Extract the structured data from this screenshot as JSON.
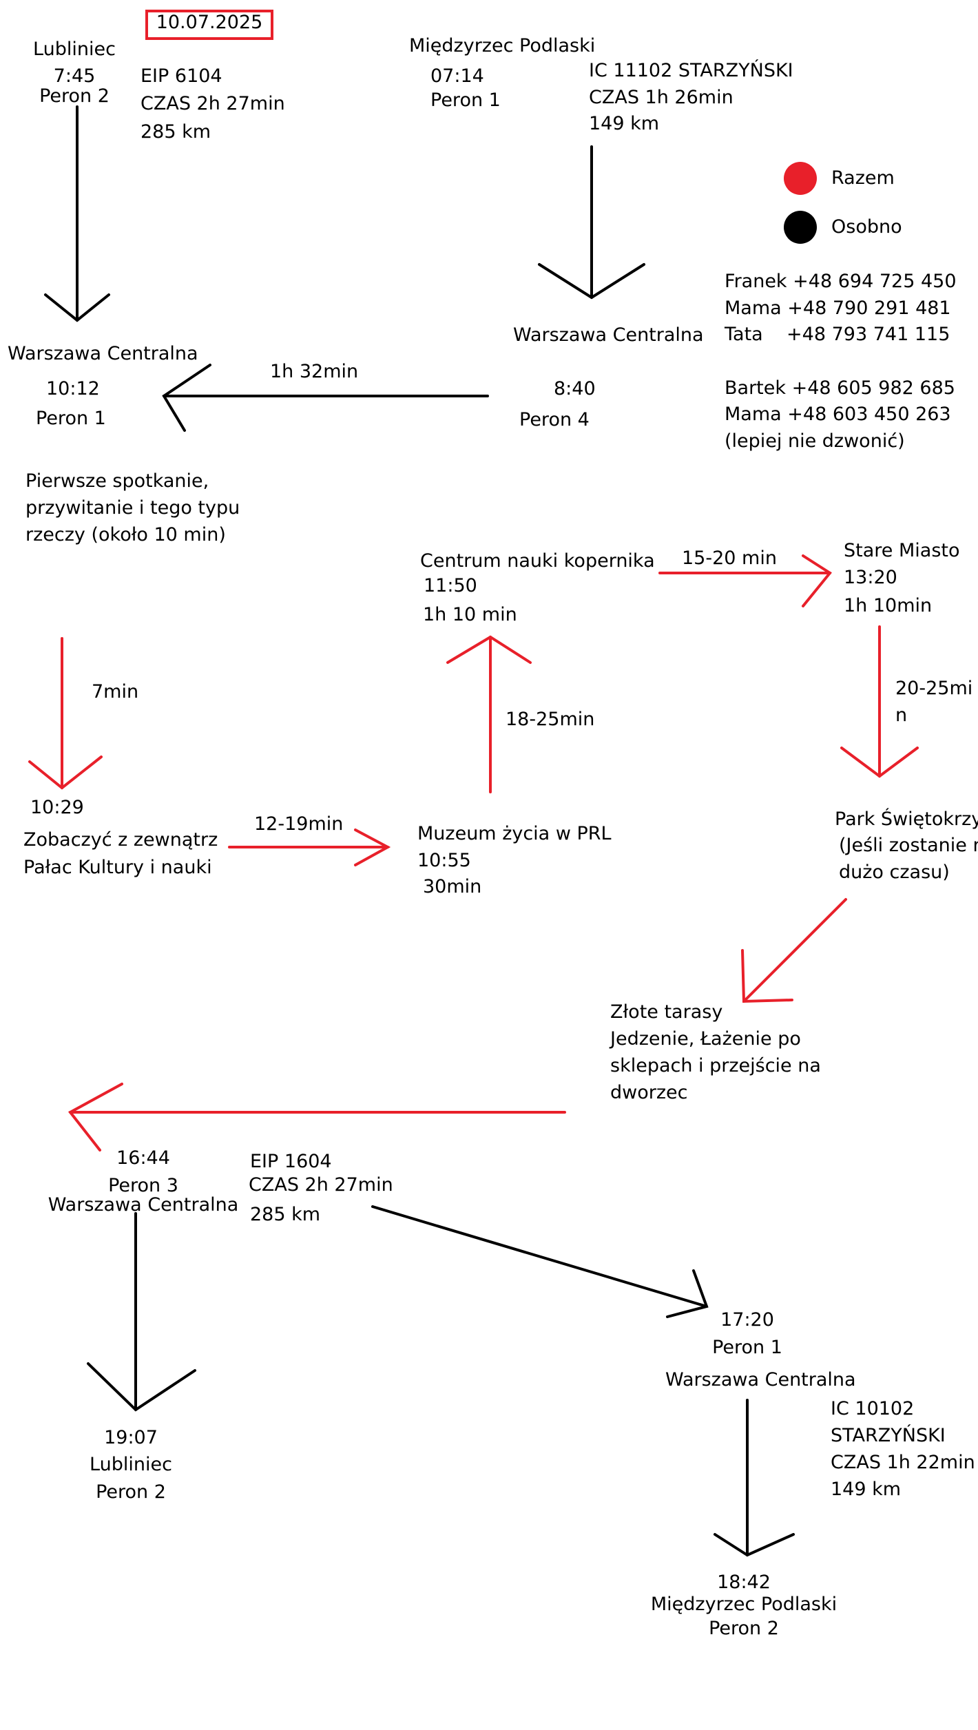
{
  "colors": {
    "razem": "#e8202a",
    "osobno": "#000000"
  },
  "date": "10.07.2025",
  "legend": {
    "razem": "Razem",
    "osobno": "Osobno"
  },
  "trip_lubliniec_out": {
    "station": "Lubliniec",
    "time": "7:45",
    "platform": "Peron 2",
    "train": "EIP 6104",
    "duration": "CZAS 2h 27min",
    "distance": "285 km"
  },
  "trip_miedzyrzec_out": {
    "station": "Międzyrzec Podlaski",
    "time": "07:14",
    "platform": "Peron 1",
    "train": "IC 11102 STARZYŃSKI",
    "duration": "CZAS 1h 26min",
    "distance": "149 km"
  },
  "contacts": [
    {
      "name": "Franek",
      "phone": "+48 694 725 450"
    },
    {
      "name": "Mama",
      "phone": "+48 790 291 481"
    },
    {
      "name": "Tata",
      "phone": "+48 793 741 115"
    },
    {
      "name": "Bartek",
      "phone": "+48 605 982 685"
    },
    {
      "name": "Mama",
      "phone": "+48 603 450 263"
    }
  ],
  "contacts_note": "(lepiej nie dzwonić)",
  "arrival_a": {
    "station": "Warszawa Centralna",
    "time": "10:12",
    "platform": "Peron 1"
  },
  "arrival_b": {
    "station": "Warszawa Centralna",
    "time": "8:40",
    "platform": "Peron 4"
  },
  "wait_label": "1h 32min",
  "meeting_note": [
    "Pierwsze spotkanie,",
    "przywitanie i tego typu",
    "rzeczy (około 10 min)"
  ],
  "walk_1": "7min",
  "stop_palace": {
    "time": "10:29",
    "lines": [
      "Zobaczyć z zewnątrz",
      "Pałac Kultury i nauki"
    ]
  },
  "walk_2": "12-19min",
  "stop_prl": {
    "name": "Muzeum życia w PRL",
    "time": "10:55",
    "duration": "30min"
  },
  "walk_3": "18-25min",
  "stop_kopernik": {
    "name": "Centrum nauki kopernika",
    "time": "11:50",
    "duration": "1h 10 min"
  },
  "walk_4": "15-20 min",
  "stop_old_town": {
    "name": "Stare Miasto",
    "time": "13:20",
    "duration": "1h 10min"
  },
  "walk_5": [
    "20-25mi",
    "n"
  ],
  "stop_park": {
    "name": "Park Świętokrzyski",
    "note": [
      "(Jeśli zostanie nam",
      "dużo czasu)"
    ]
  },
  "stop_tarasy": {
    "lines": [
      "Złote tarasy",
      "Jedzenie, Łażenie po",
      "sklepach i przejście na",
      "dworzec"
    ]
  },
  "return_lubliniec_depart": {
    "time": "16:44",
    "platform": "Peron 3",
    "station": "Warszawa Centralna",
    "train": "EIP 1604",
    "duration": "CZAS 2h 27min",
    "distance": "285 km"
  },
  "return_lubliniec_arrive": {
    "time": "19:07",
    "station": "Lubliniec",
    "platform": "Peron 2"
  },
  "return_miedzyrzec_depart": {
    "time": "17:20",
    "platform": "Peron 1",
    "station": "Warszawa Centralna",
    "train": "IC 10102",
    "train_name": "STARZYŃSKI",
    "duration": "CZAS 1h 22min",
    "distance": "149 km"
  },
  "return_miedzyrzec_arrive": {
    "time": "18:42",
    "station": "Międzyrzec Podlaski",
    "platform": "Peron 2"
  }
}
